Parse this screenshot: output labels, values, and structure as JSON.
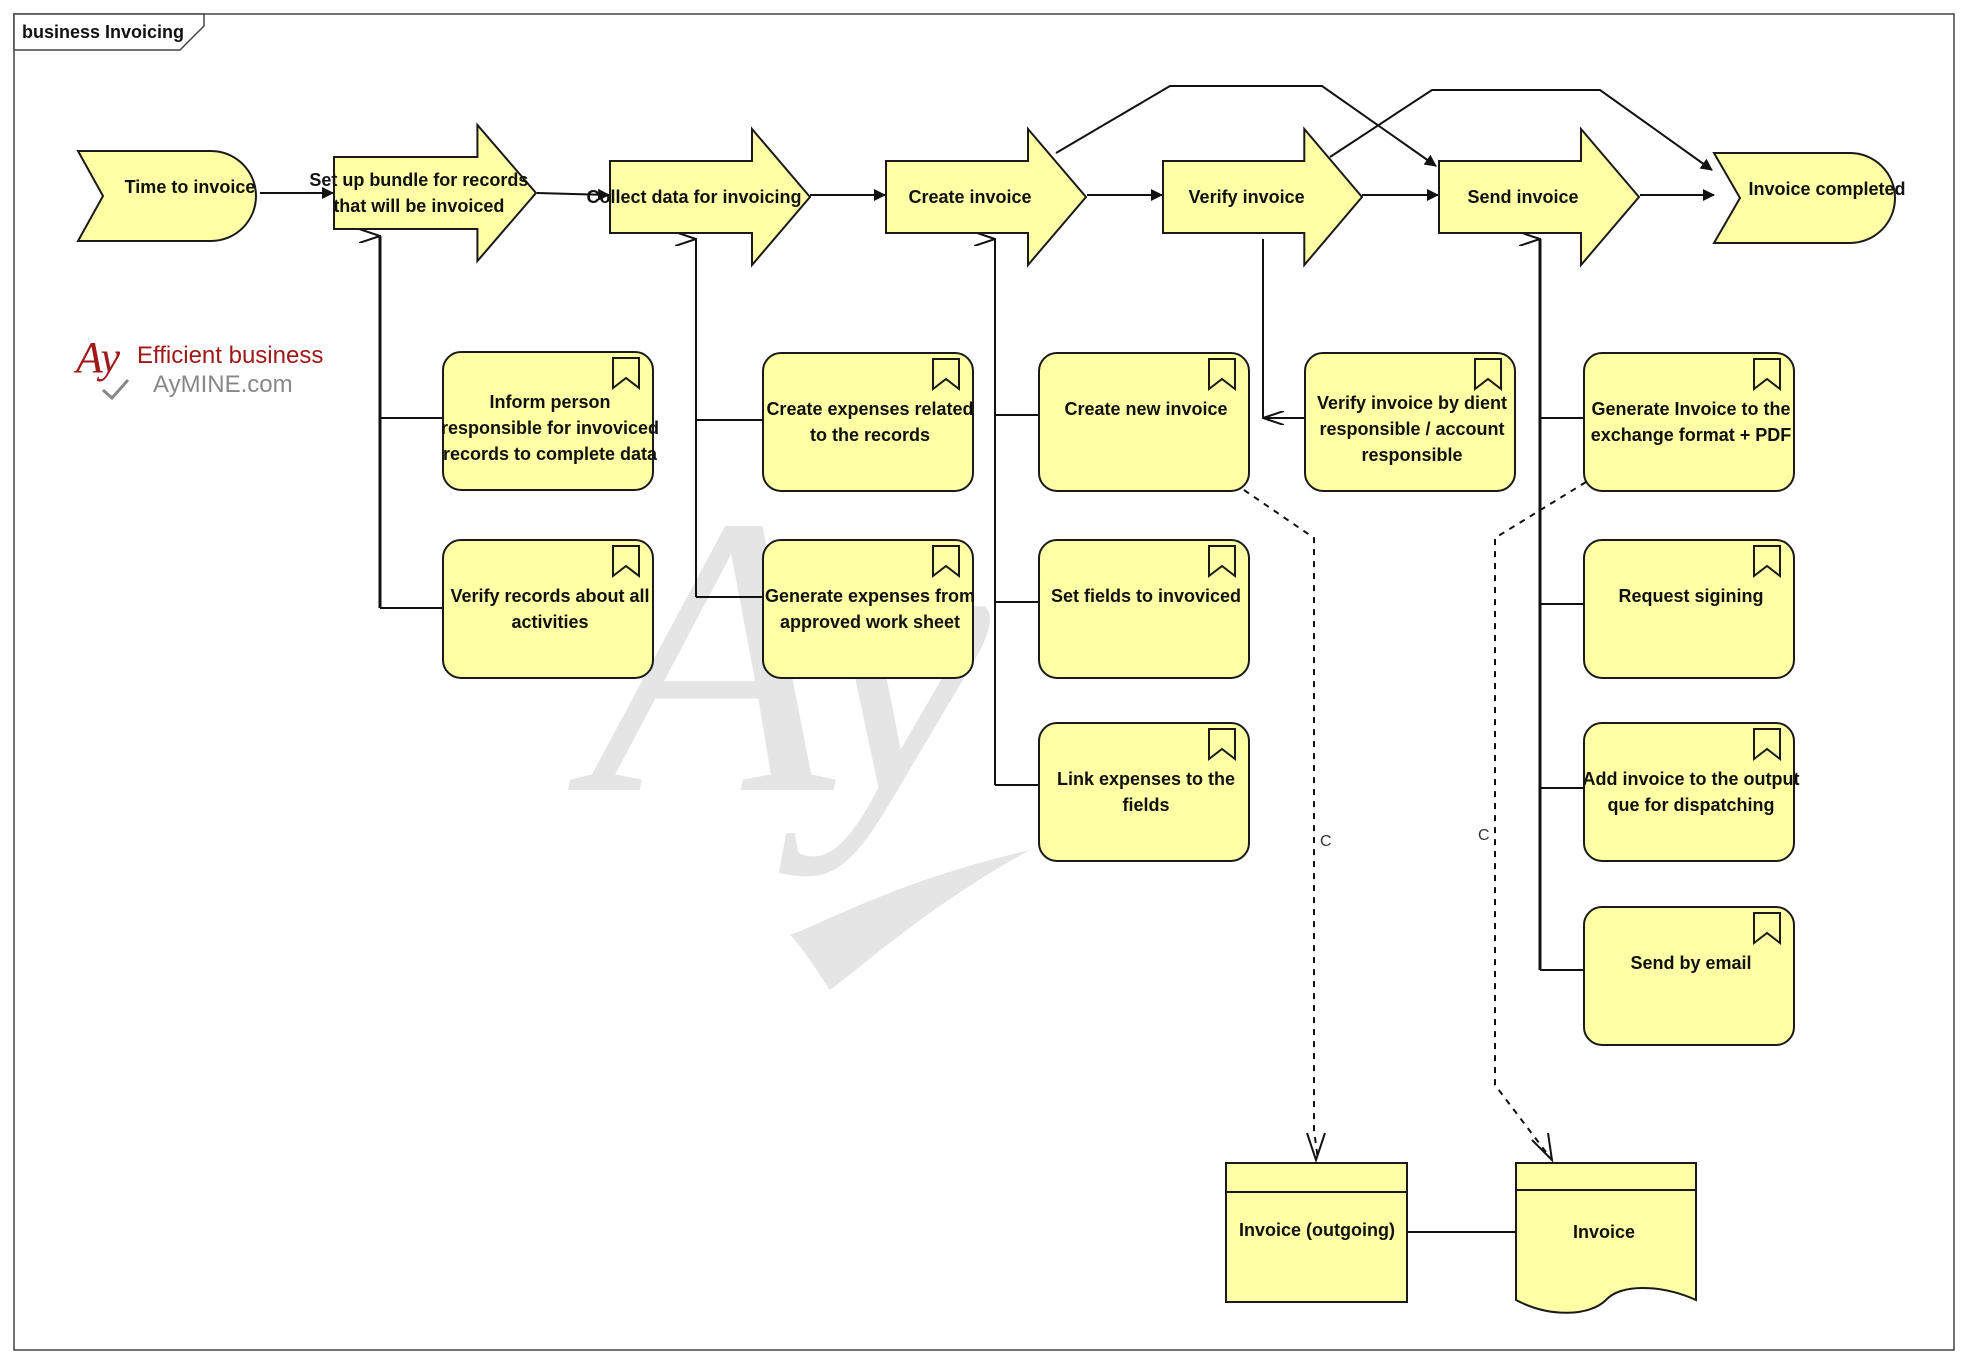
{
  "frame": {
    "title": "business Invoicing"
  },
  "logo": {
    "mark": "Ay",
    "line1": "Efficient business",
    "line2": "AyMINE.com",
    "accent_color": "#a01818",
    "secondary_color": "#888888"
  },
  "watermark": {
    "text": "Ay"
  },
  "colors": {
    "fill": "#ffffa6",
    "stroke": "#1a1a1a",
    "line": "#111111",
    "watermark": "#e5e5e5"
  },
  "events": {
    "start": {
      "label": "Time to invoice"
    },
    "end": {
      "label": "Invoice completed"
    }
  },
  "processes": [
    {
      "id": "setup",
      "lines": [
        "Set up bundle for records",
        "that will be invoiced"
      ]
    },
    {
      "id": "collect",
      "lines": [
        "Collect data for invoicing"
      ]
    },
    {
      "id": "create",
      "lines": [
        "Create invoice"
      ]
    },
    {
      "id": "verify",
      "lines": [
        "Verify invoice"
      ]
    },
    {
      "id": "send",
      "lines": [
        "Send invoice"
      ]
    }
  ],
  "functions": [
    {
      "id": "inform",
      "lines": [
        "Inform person",
        "responsible for invoviced",
        "records to complete data"
      ]
    },
    {
      "id": "verify-records",
      "lines": [
        "Verify records about all",
        "activities"
      ]
    },
    {
      "id": "create-expenses",
      "lines": [
        "Create expenses related",
        "to the records"
      ]
    },
    {
      "id": "generate-expenses",
      "lines": [
        "Generate expenses from",
        "approved work sheet"
      ]
    },
    {
      "id": "create-new",
      "lines": [
        "Create new invoice"
      ]
    },
    {
      "id": "set-fields",
      "lines": [
        "Set fields to invoviced"
      ]
    },
    {
      "id": "link-expenses",
      "lines": [
        "Link expenses to the",
        "fields"
      ]
    },
    {
      "id": "verify-by-client",
      "lines": [
        "Verify invoice by dient",
        "responsible / account",
        "responsible"
      ]
    },
    {
      "id": "generate-exchange",
      "lines": [
        "Generate Invoice to the",
        "exchange format + PDF"
      ]
    },
    {
      "id": "request-signing",
      "lines": [
        "Request sigining"
      ]
    },
    {
      "id": "add-queue",
      "lines": [
        "Add invoice to the output",
        "que for dispatching"
      ]
    },
    {
      "id": "send-email",
      "lines": [
        "Send by email"
      ]
    }
  ],
  "objects": {
    "business_object": {
      "label": "Invoice (outgoing)"
    },
    "representation": {
      "label": "Invoice"
    }
  },
  "connector_labels": {
    "create_access": "C",
    "generate_access": "C"
  }
}
